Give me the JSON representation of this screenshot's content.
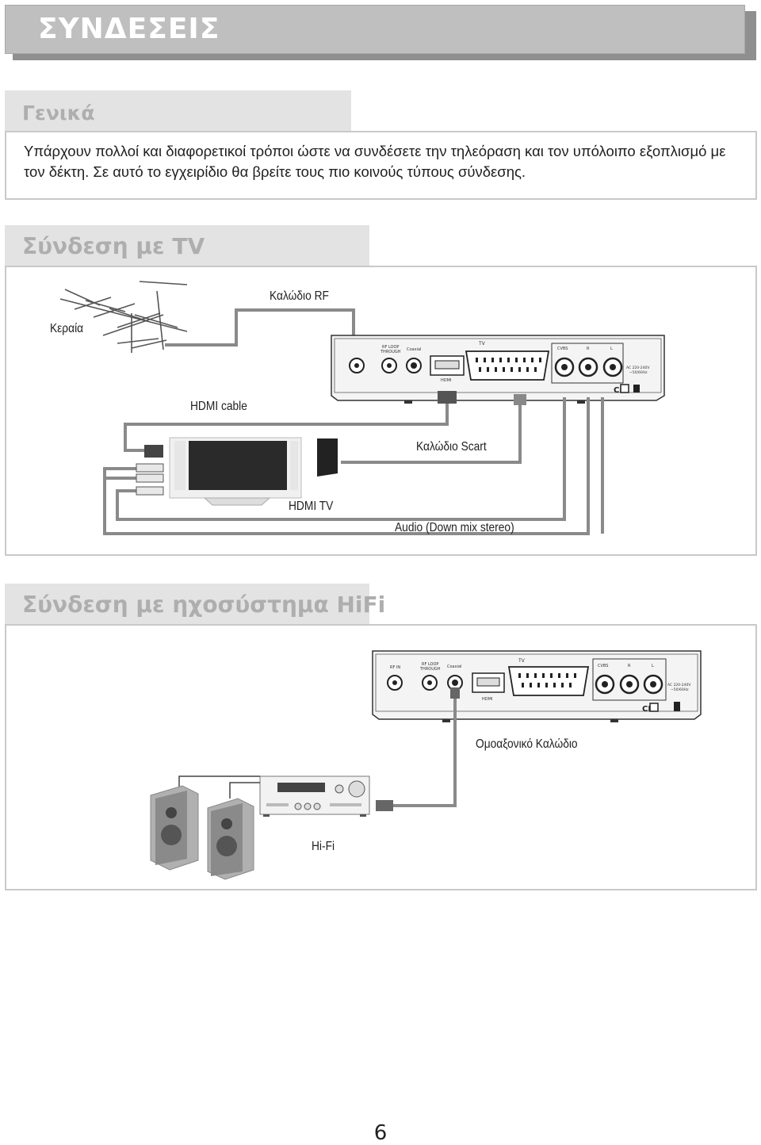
{
  "title": "ΣΥΝΔΕΣΕΙΣ",
  "general": {
    "heading": "Γενικά",
    "body": "Υπάρχουν πολλοί και διαφορετικοί τρόποι ώστε να συνδέσετε την τηλεόραση και τον υπόλοιπο εξοπλισμό με τον δέκτη. Σε αυτό το εγχειρίδιο θα βρείτε τους πιο κοινούς τύπους σύνδεσης."
  },
  "tv_section": {
    "heading": "Σύνδεση με TV",
    "labels": {
      "antenna": "Κεραία",
      "rf_cable": "Καλώδιο RF",
      "hdmi_cable": "HDMI cable",
      "scart_cable": "Καλώδιο Scart",
      "hdmi_tv": "HDMI TV",
      "audio": "Audio (Down mix stereo)"
    }
  },
  "hifi_section": {
    "heading": "Σύνδεση με ηχοσύστημα HiFi",
    "labels": {
      "coax_cable": "Ομοαξονικό Καλώδιο",
      "hifi": "Hi-Fi"
    }
  },
  "panel_labels": {
    "rf_in": "RF IN",
    "rf_loop": "RF LOOP",
    "through": "THROUGH",
    "coaxial": "Coaxial",
    "tv": "TV",
    "hdmi": "HDMI",
    "cvbs": "CVBS",
    "r": "R",
    "l": "L",
    "ac1": "AC 220-240V",
    "ac2": "~50/60Hz",
    "ce": "CE"
  },
  "page_number": "6"
}
